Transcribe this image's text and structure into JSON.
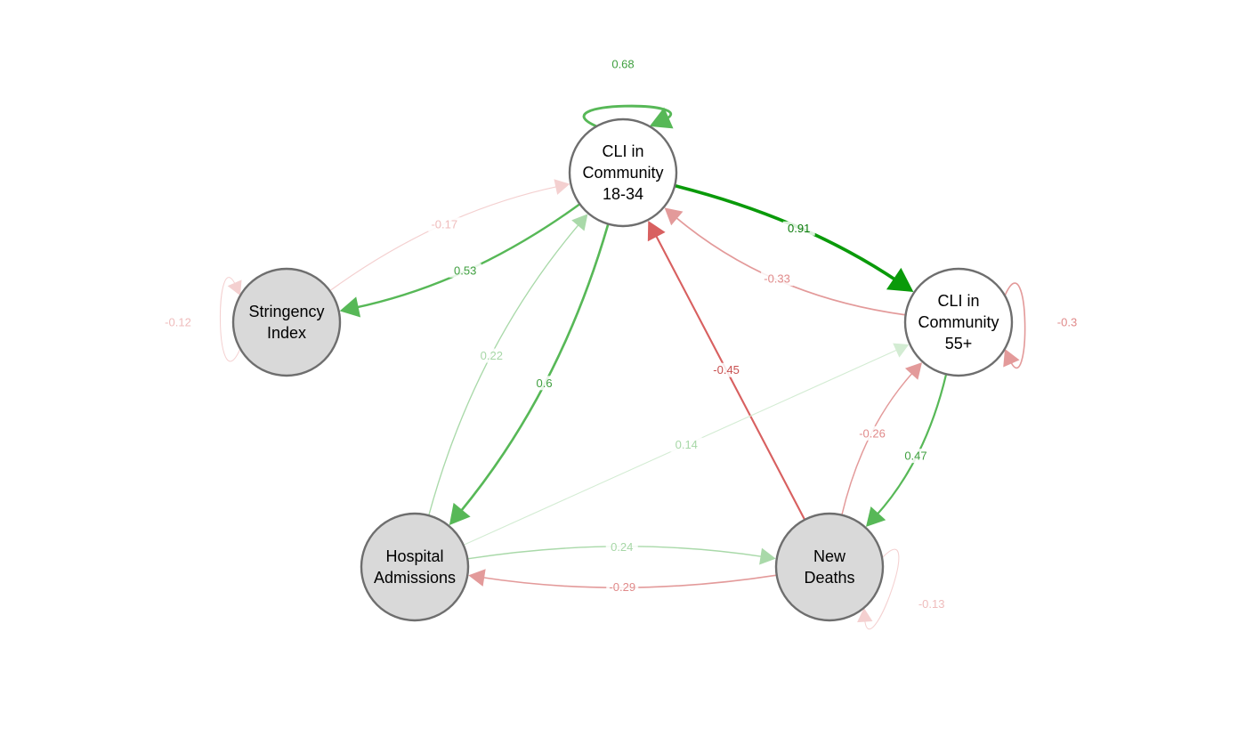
{
  "colors": {
    "positive_strong": "#0a9a0a",
    "positive": "#45b045",
    "positive_light": "#bfe3bf",
    "negative_strong": "#d86060",
    "negative": "#e39a9a",
    "negative_light": "#f4d0d0",
    "node_exogenous": "#d9d9d9",
    "node_community": "#ffffff",
    "node_border": "#6e6e6e"
  },
  "nodes": [
    {
      "id": "cli1834",
      "name": "CLI in Community 18-34",
      "lines": [
        "CLI in",
        "Community",
        "18-34"
      ],
      "fill": "community"
    },
    {
      "id": "cli55",
      "name": "CLI in Community 55+",
      "lines": [
        "CLI in",
        "Community",
        "55+"
      ],
      "fill": "community"
    },
    {
      "id": "stringency",
      "name": "Stringency Index",
      "lines": [
        "Stringency",
        "Index"
      ],
      "fill": "exogenous"
    },
    {
      "id": "hospital",
      "name": "Hospital Admissions",
      "lines": [
        "Hospital",
        "Admissions"
      ],
      "fill": "exogenous"
    },
    {
      "id": "deaths",
      "name": "New Deaths",
      "lines": [
        "New",
        "Deaths"
      ],
      "fill": "exogenous"
    }
  ],
  "edges": [
    {
      "from": "cli1834",
      "to": "cli1834",
      "weight": 0.68,
      "label": "0.68"
    },
    {
      "from": "cli1834",
      "to": "stringency",
      "weight": 0.53,
      "label": "0.53"
    },
    {
      "from": "stringency",
      "to": "cli1834",
      "weight": -0.17,
      "label": "-0.17"
    },
    {
      "from": "stringency",
      "to": "stringency",
      "weight": -0.12,
      "label": "-0.12"
    },
    {
      "from": "cli1834",
      "to": "cli55",
      "weight": 0.91,
      "label": "0.91"
    },
    {
      "from": "cli55",
      "to": "cli1834",
      "weight": -0.33,
      "label": "-0.33"
    },
    {
      "from": "cli55",
      "to": "cli55",
      "weight": -0.3,
      "label": "-0.3"
    },
    {
      "from": "cli1834",
      "to": "hospital",
      "weight": 0.6,
      "label": "0.6"
    },
    {
      "from": "hospital",
      "to": "cli1834",
      "weight": 0.22,
      "label": "0.22"
    },
    {
      "from": "deaths",
      "to": "cli1834",
      "weight": -0.45,
      "label": "-0.45"
    },
    {
      "from": "hospital",
      "to": "cli55",
      "weight": 0.14,
      "label": "0.14"
    },
    {
      "from": "cli55",
      "to": "deaths",
      "weight": 0.47,
      "label": "0.47"
    },
    {
      "from": "deaths",
      "to": "cli55",
      "weight": -0.26,
      "label": "-0.26"
    },
    {
      "from": "deaths",
      "to": "hospital",
      "weight": -0.29,
      "label": "-0.29"
    },
    {
      "from": "hospital",
      "to": "deaths",
      "weight": 0.24,
      "label": "0.24"
    },
    {
      "from": "deaths",
      "to": "deaths",
      "weight": -0.13,
      "label": "-0.13"
    }
  ]
}
